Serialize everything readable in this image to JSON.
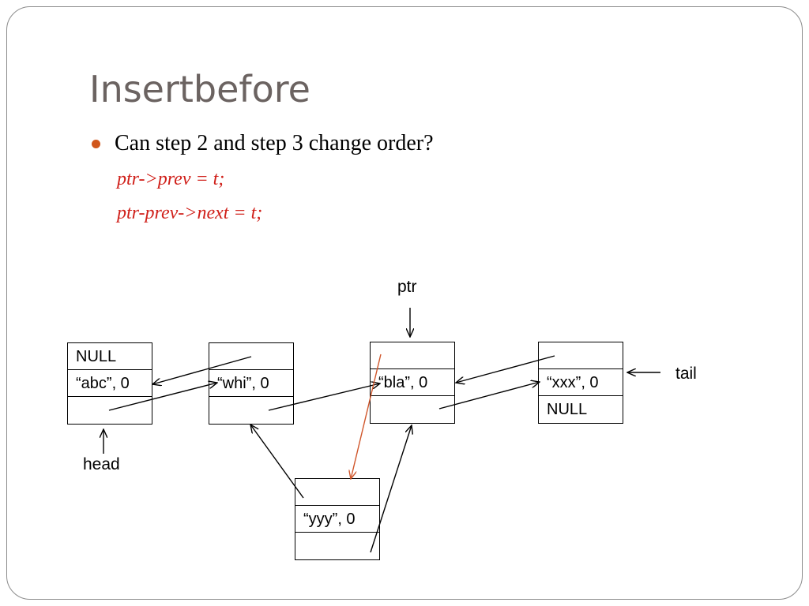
{
  "slide": {
    "title": "Insertbefore",
    "bullet": "Can step 2 and step 3 change order?",
    "code": [
      "ptr->prev = t;",
      "ptr-prev->next = t;"
    ]
  },
  "diagram": {
    "nodes": [
      {
        "id": "abc",
        "cells": [
          "NULL",
          "“abc”, 0",
          ""
        ]
      },
      {
        "id": "whi",
        "cells": [
          "",
          "“whi”, 0",
          ""
        ]
      },
      {
        "id": "bla",
        "cells": [
          "",
          "“bla”, 0",
          ""
        ]
      },
      {
        "id": "xxx",
        "cells": [
          "",
          "“xxx”, 0",
          "NULL"
        ]
      },
      {
        "id": "yyy",
        "cells": [
          "",
          "“yyy”, 0",
          ""
        ]
      }
    ],
    "labels": {
      "ptr": "ptr",
      "head": "head",
      "tail": "tail"
    },
    "colors": {
      "pointer": "#000000",
      "highlight": "#d0562b"
    }
  }
}
